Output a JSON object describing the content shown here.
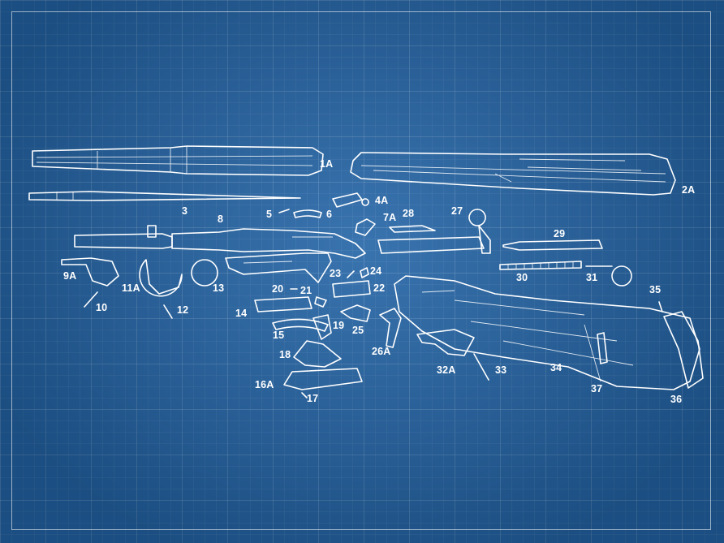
{
  "diagram": {
    "title": "",
    "style": "blueprint",
    "colors": {
      "background": "#2364a6",
      "lines": "#ffffff",
      "grid": "#4a82bd"
    },
    "labels": {
      "l1A": "1A",
      "l2A": "2A",
      "l3": "3",
      "l4A": "4A",
      "l5": "5",
      "l6": "6",
      "l7A": "7A",
      "l8": "8",
      "l9A": "9A",
      "l10": "10",
      "l11A": "11A",
      "l12": "12",
      "l13": "13",
      "l14": "14",
      "l15": "15",
      "l16A": "16A",
      "l17": "17",
      "l18": "18",
      "l19": "19",
      "l20": "20",
      "l21": "21",
      "l22": "22",
      "l23": "23",
      "l24": "24",
      "l25": "25",
      "l26A": "26A",
      "l27": "27",
      "l28": "28",
      "l29": "29",
      "l30": "30",
      "l31": "31",
      "l32A": "32A",
      "l33": "33",
      "l34": "34",
      "l35": "35",
      "l36": "36",
      "l37": "37"
    }
  }
}
